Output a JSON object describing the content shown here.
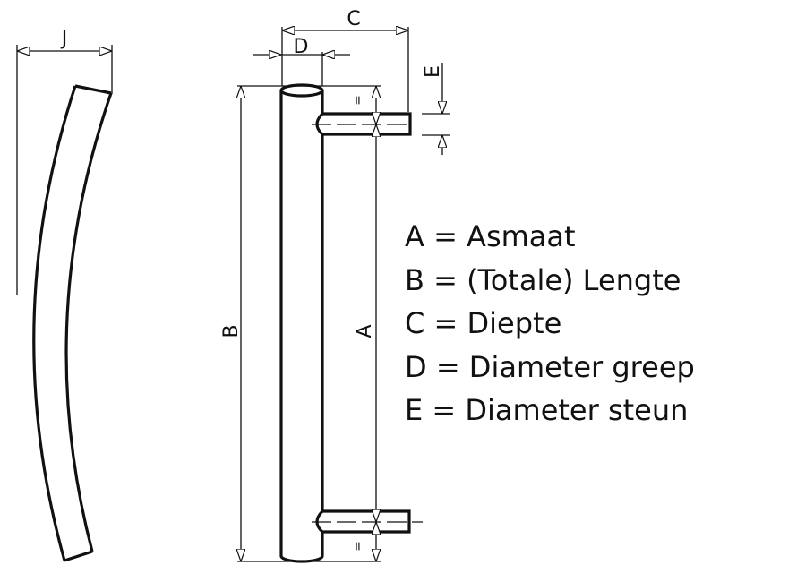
{
  "labels": {
    "a": "A",
    "b": "B",
    "c": "C",
    "d": "D",
    "e": "E",
    "j": "J",
    "equal": "="
  },
  "legend": [
    "A = Asmaat",
    "B = (Totale) Lengte",
    "C = Diepte",
    "D = Diameter greep",
    "E = Diameter steun"
  ]
}
